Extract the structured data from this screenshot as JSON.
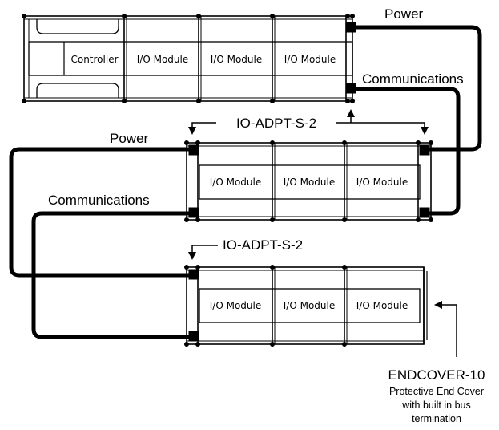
{
  "top_rack": {
    "modules": [
      "Controller",
      "I/O Module",
      "I/O Module",
      "I/O Module"
    ]
  },
  "middle_rack": {
    "modules": [
      "I/O Module",
      "I/O Module",
      "I/O Module"
    ]
  },
  "bottom_rack": {
    "modules": [
      "I/O Module",
      "I/O Module",
      "I/O Module"
    ]
  },
  "labels": {
    "power_top": "Power",
    "comm_top": "Communications",
    "adapter_1": "IO-ADPT-S-2",
    "power_mid": "Power",
    "comm_mid": "Communications",
    "adapter_2": "IO-ADPT-S-2",
    "endcover_title": "ENDCOVER-10",
    "endcover_desc_1": "Protective End Cover",
    "endcover_desc_2": "with built in bus",
    "endcover_desc_3": "termination"
  }
}
